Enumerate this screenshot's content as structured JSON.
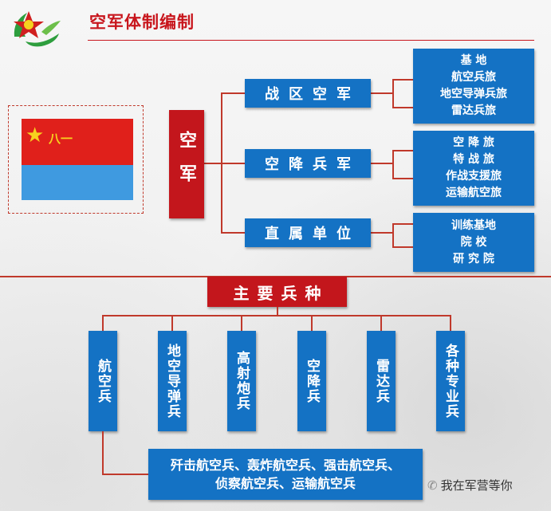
{
  "header": {
    "title": "空军体制编制"
  },
  "flag": {
    "mark": "八一"
  },
  "air_force_label": "空军",
  "branches": [
    {
      "label": "战区空军",
      "units": [
        "基 地",
        "航空兵旅",
        "地空导弹兵旅",
        "雷达兵旅"
      ]
    },
    {
      "label": "空降兵军",
      "units": [
        "空 降 旅",
        "特 战 旅",
        "作战支援旅",
        "运输航空旅"
      ]
    },
    {
      "label": "直属单位",
      "units": [
        "训练基地",
        "院 校",
        "研 究 院"
      ]
    }
  ],
  "main_arms": {
    "title": "主要兵种",
    "items": [
      "航空兵",
      "地空导弹兵",
      "高射炮兵",
      "空降兵",
      "雷达兵",
      "各种专业兵"
    ],
    "aviation_subtypes": [
      "歼击航空兵、轰炸航空兵、强击航空兵、",
      "侦察航空兵、运输航空兵"
    ]
  },
  "watermark": {
    "text": "我在军营等你"
  },
  "colors": {
    "red": "#c3161c",
    "blue": "#1472c4",
    "flag_red": "#e0201b",
    "flag_blue": "#3f9ae0",
    "star": "#f7d21e"
  }
}
